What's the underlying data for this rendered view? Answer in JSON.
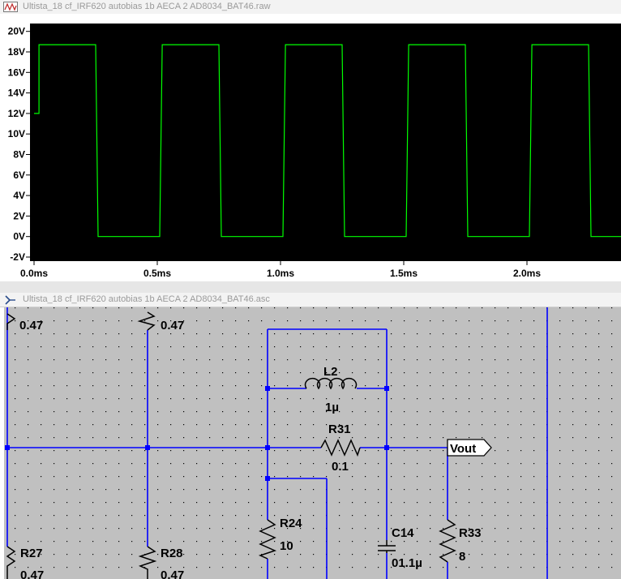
{
  "plot_window": {
    "title": "Ultista_18 cf_IRF620 autobias 1b AECA 2 AD8034_BAT46.raw",
    "icon": "waveform-plot-icon",
    "trace_color": "#00ff00",
    "background_color": "#000000",
    "y_ticks": [
      "20V",
      "18V",
      "16V",
      "14V",
      "12V",
      "10V",
      "8V",
      "6V",
      "4V",
      "2V",
      "0V",
      "-2V"
    ],
    "x_ticks": [
      "0.0ms",
      "0.5ms",
      "1.0ms",
      "1.5ms",
      "2.0ms"
    ]
  },
  "chart_data": {
    "type": "line",
    "title": "",
    "xlabel": "",
    "ylabel": "",
    "xlim": [
      0.0,
      2.4
    ],
    "ylim": [
      -2,
      20
    ],
    "x_unit": "ms",
    "y_unit": "V",
    "grid": false,
    "series": [
      {
        "color": "#00ff00",
        "x": [
          0.0,
          0.02,
          0.02,
          0.25,
          0.26,
          0.51,
          0.52,
          0.75,
          0.76,
          1.01,
          1.02,
          1.25,
          1.26,
          1.51,
          1.52,
          1.75,
          1.76,
          2.01,
          2.02,
          2.25,
          2.26,
          2.4
        ],
        "y": [
          12.0,
          12.0,
          18.7,
          18.7,
          0.0,
          0.0,
          18.7,
          18.7,
          0.0,
          0.0,
          18.7,
          18.7,
          0.0,
          0.0,
          18.7,
          18.7,
          0.0,
          0.0,
          18.7,
          18.7,
          0.0,
          0.0
        ]
      }
    ]
  },
  "schematic_window": {
    "title": "Ultista_18 cf_IRF620 autobias 1b AECA 2 AD8034_BAT46.asc",
    "icon": "schematic-editor-icon",
    "wire_color": "#0000ff",
    "background_color": "#c0c0c0",
    "components": {
      "r_left_top_value": "0.47",
      "r_mid_top_value": "0.47",
      "l2_name": "L2",
      "l2_value": "1µ",
      "r31_name": "R31",
      "r31_value": "0.1",
      "r24_name": "R24",
      "r24_value": "10",
      "c14_name": "C14",
      "c14_value": "01.1µ",
      "r33_name": "R33",
      "r33_value": "8",
      "r27_name": "R27",
      "r27_value": "0.47",
      "r28_name": "R28",
      "r28_value": "0.47",
      "vout_label": "Vout"
    }
  }
}
